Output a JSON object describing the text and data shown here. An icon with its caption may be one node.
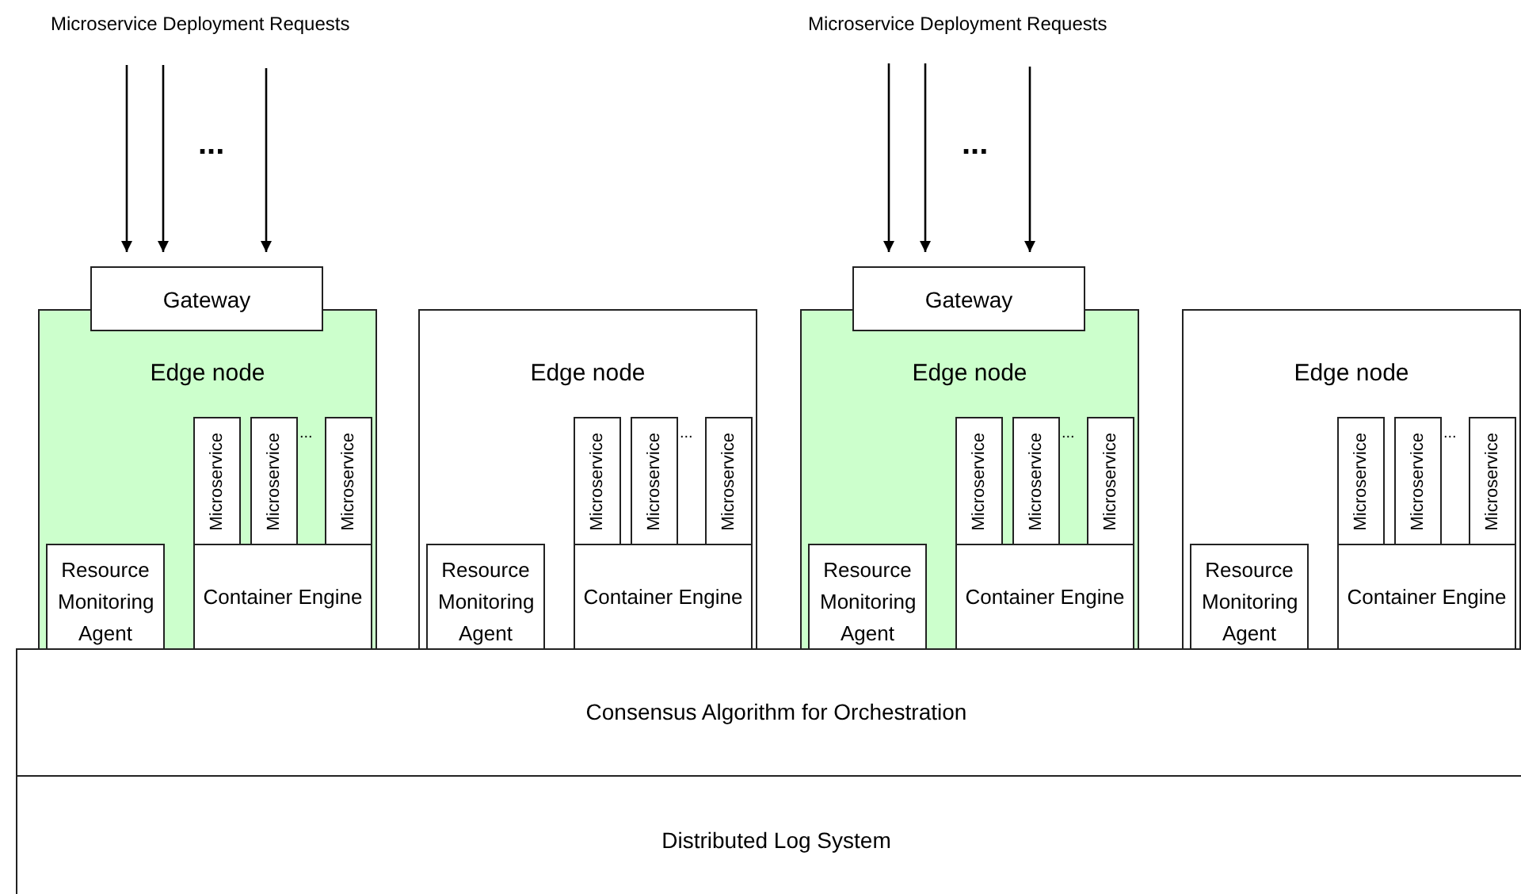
{
  "diagram": {
    "nodes": [
      {
        "text": [
          "Gateway"
        ]
      },
      {
        "text": [
          "Edge node"
        ]
      },
      {
        "text": [
          "Microservice"
        ],
        "in": 1
      },
      {
        "text": [
          "Microservice"
        ],
        "in": 1
      },
      {
        "text": [
          "Microservice"
        ],
        "in": 1
      },
      {
        "text": [
          "Resource Monitoring Agent"
        ],
        "in": 1
      },
      {
        "text": [
          "Container Engine"
        ],
        "in": 1
      },
      {
        "text": [
          "Edge node"
        ]
      },
      {
        "text": [
          "Microservice"
        ],
        "in": 7
      },
      {
        "text": [
          "Microservice"
        ],
        "in": 7
      },
      {
        "text": [
          "Microservice"
        ],
        "in": 7
      },
      {
        "text": [
          "Resource Monitoring Agent"
        ],
        "in": 7
      },
      {
        "text": [
          "Container Engine"
        ],
        "in": 7
      },
      {
        "text": [
          "Gateway"
        ]
      },
      {
        "text": [
          "Edge node"
        ]
      },
      {
        "text": [
          "Microservice"
        ],
        "in": 14
      },
      {
        "text": [
          "Microservice"
        ],
        "in": 14
      },
      {
        "text": [
          "Microservice"
        ],
        "in": 14
      },
      {
        "text": [
          "Resource Monitoring Agent"
        ],
        "in": 14
      },
      {
        "text": [
          "Container Engine"
        ],
        "in": 14
      },
      {
        "text": [
          "Edge node"
        ]
      },
      {
        "text": [
          "Microservice"
        ],
        "in": 20
      },
      {
        "text": [
          "Microservice"
        ],
        "in": 20
      },
      {
        "text": [
          "Microservice"
        ],
        "in": 20
      },
      {
        "text": [
          "Resource Monitoring Agent"
        ],
        "in": 20
      },
      {
        "text": [
          "Container Engine"
        ],
        "in": 20
      },
      {
        "text": [
          "Consensus Algorithm for Orchestration"
        ]
      },
      {
        "text": [
          "Distributed Log System"
        ]
      }
    ],
    "edges": [
      {
        "from": null,
        "to": 0,
        "arrow": "to"
      },
      {
        "from": null,
        "to": 0,
        "arrow": "to"
      },
      {
        "from": null,
        "to": 0,
        "arrow": "to"
      },
      {
        "from": null,
        "to": 13,
        "arrow": "to"
      },
      {
        "from": null,
        "to": 13,
        "arrow": "to"
      },
      {
        "from": null,
        "to": 13,
        "arrow": "to"
      }
    ],
    "labels": [
      "Microservice Deployment Requests",
      "Microservice Deployment Requests",
      "...",
      "...",
      "...",
      "...",
      "...",
      "..."
    ]
  }
}
